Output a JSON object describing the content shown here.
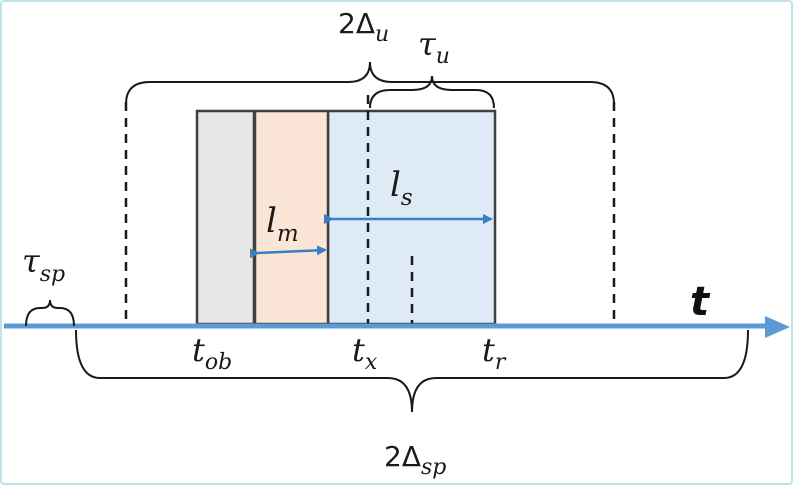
{
  "diagram": {
    "axis_label": "t",
    "labels": {
      "two_delta_u": {
        "prefix": "2Δ",
        "sub": "u"
      },
      "tau_u": {
        "main": "τ",
        "sub": "u"
      },
      "tau_sp": {
        "main": "τ",
        "sub": "sp"
      },
      "l_s": {
        "main": "l",
        "sub": "s"
      },
      "l_m": {
        "main": "l",
        "sub": "m"
      },
      "t_ob": {
        "main": "t",
        "sub": "ob"
      },
      "t_x": {
        "main": "t",
        "sub": "x"
      },
      "t_r": {
        "main": "t",
        "sub": "r"
      },
      "two_delta_sp": {
        "prefix": "2Δ",
        "sub": "sp"
      }
    },
    "colors": {
      "axis": "#5b9bd5",
      "gray_block": "#e6e6e6",
      "orange_block": "#fbe5d6",
      "blue_block": "#deebf7",
      "block_border": "#404040",
      "arrow": "#3a7fc1",
      "bracket": "#1a1a1a"
    }
  }
}
